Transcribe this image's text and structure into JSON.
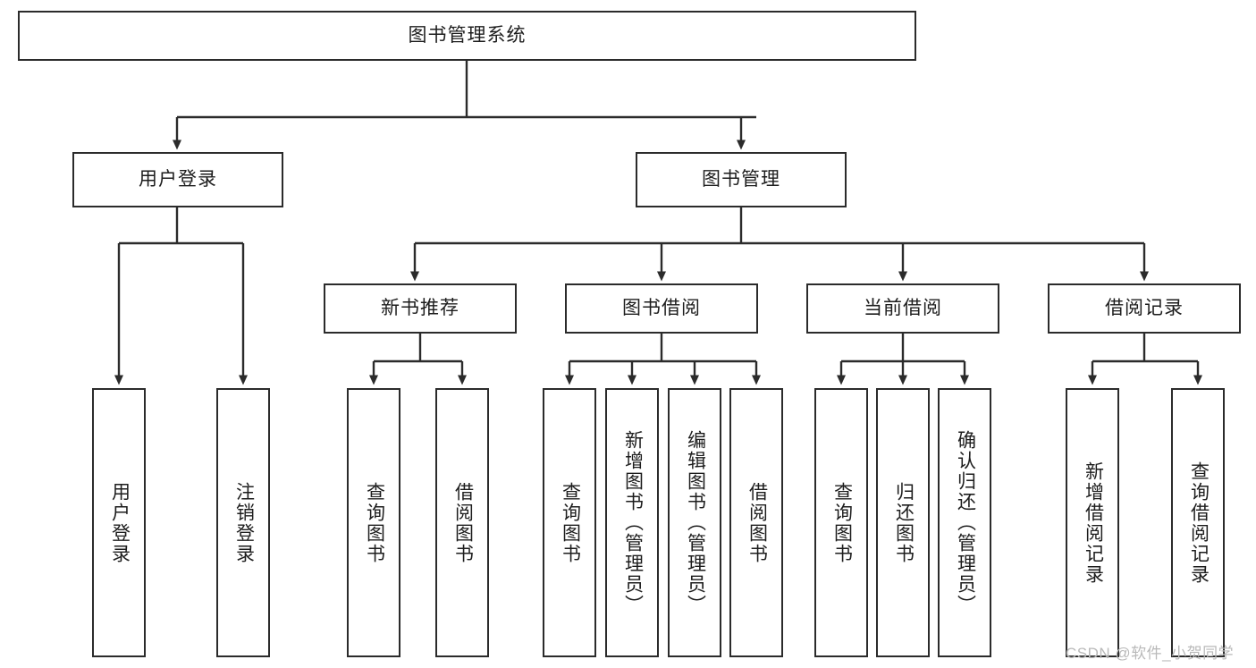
{
  "diagram": {
    "type": "tree",
    "title": "图书管理系统",
    "root": {
      "label": "图书管理系统"
    },
    "level2": [
      {
        "label": "用户登录"
      },
      {
        "label": "图书管理"
      }
    ],
    "level3": [
      {
        "label": "新书推荐"
      },
      {
        "label": "图书借阅"
      },
      {
        "label": "当前借阅"
      },
      {
        "label": "借阅记录"
      }
    ],
    "leaves": {
      "user_login": [
        {
          "label": "用户登录"
        },
        {
          "label": "注销登录"
        }
      ],
      "new_book_recommend": [
        {
          "label": "查询图书"
        },
        {
          "label": "借阅图书"
        }
      ],
      "book_borrow": [
        {
          "label": "查询图书"
        },
        {
          "label": "新增图书（管理员）"
        },
        {
          "label": "编辑图书（管理员）"
        },
        {
          "label": "借阅图书"
        }
      ],
      "current_borrow": [
        {
          "label": "查询图书"
        },
        {
          "label": "归还图书"
        },
        {
          "label": "确认归还（管理员）"
        }
      ],
      "borrow_record": [
        {
          "label": "新增借阅记录"
        },
        {
          "label": "查询借阅记录"
        }
      ]
    }
  },
  "watermark": {
    "text": "CSDN @软件_小贺同学"
  },
  "colors": {
    "stroke": "#2b2b2b",
    "background": "#ffffff",
    "text": "#1d1d1d",
    "watermark": "#b9b9b9"
  }
}
